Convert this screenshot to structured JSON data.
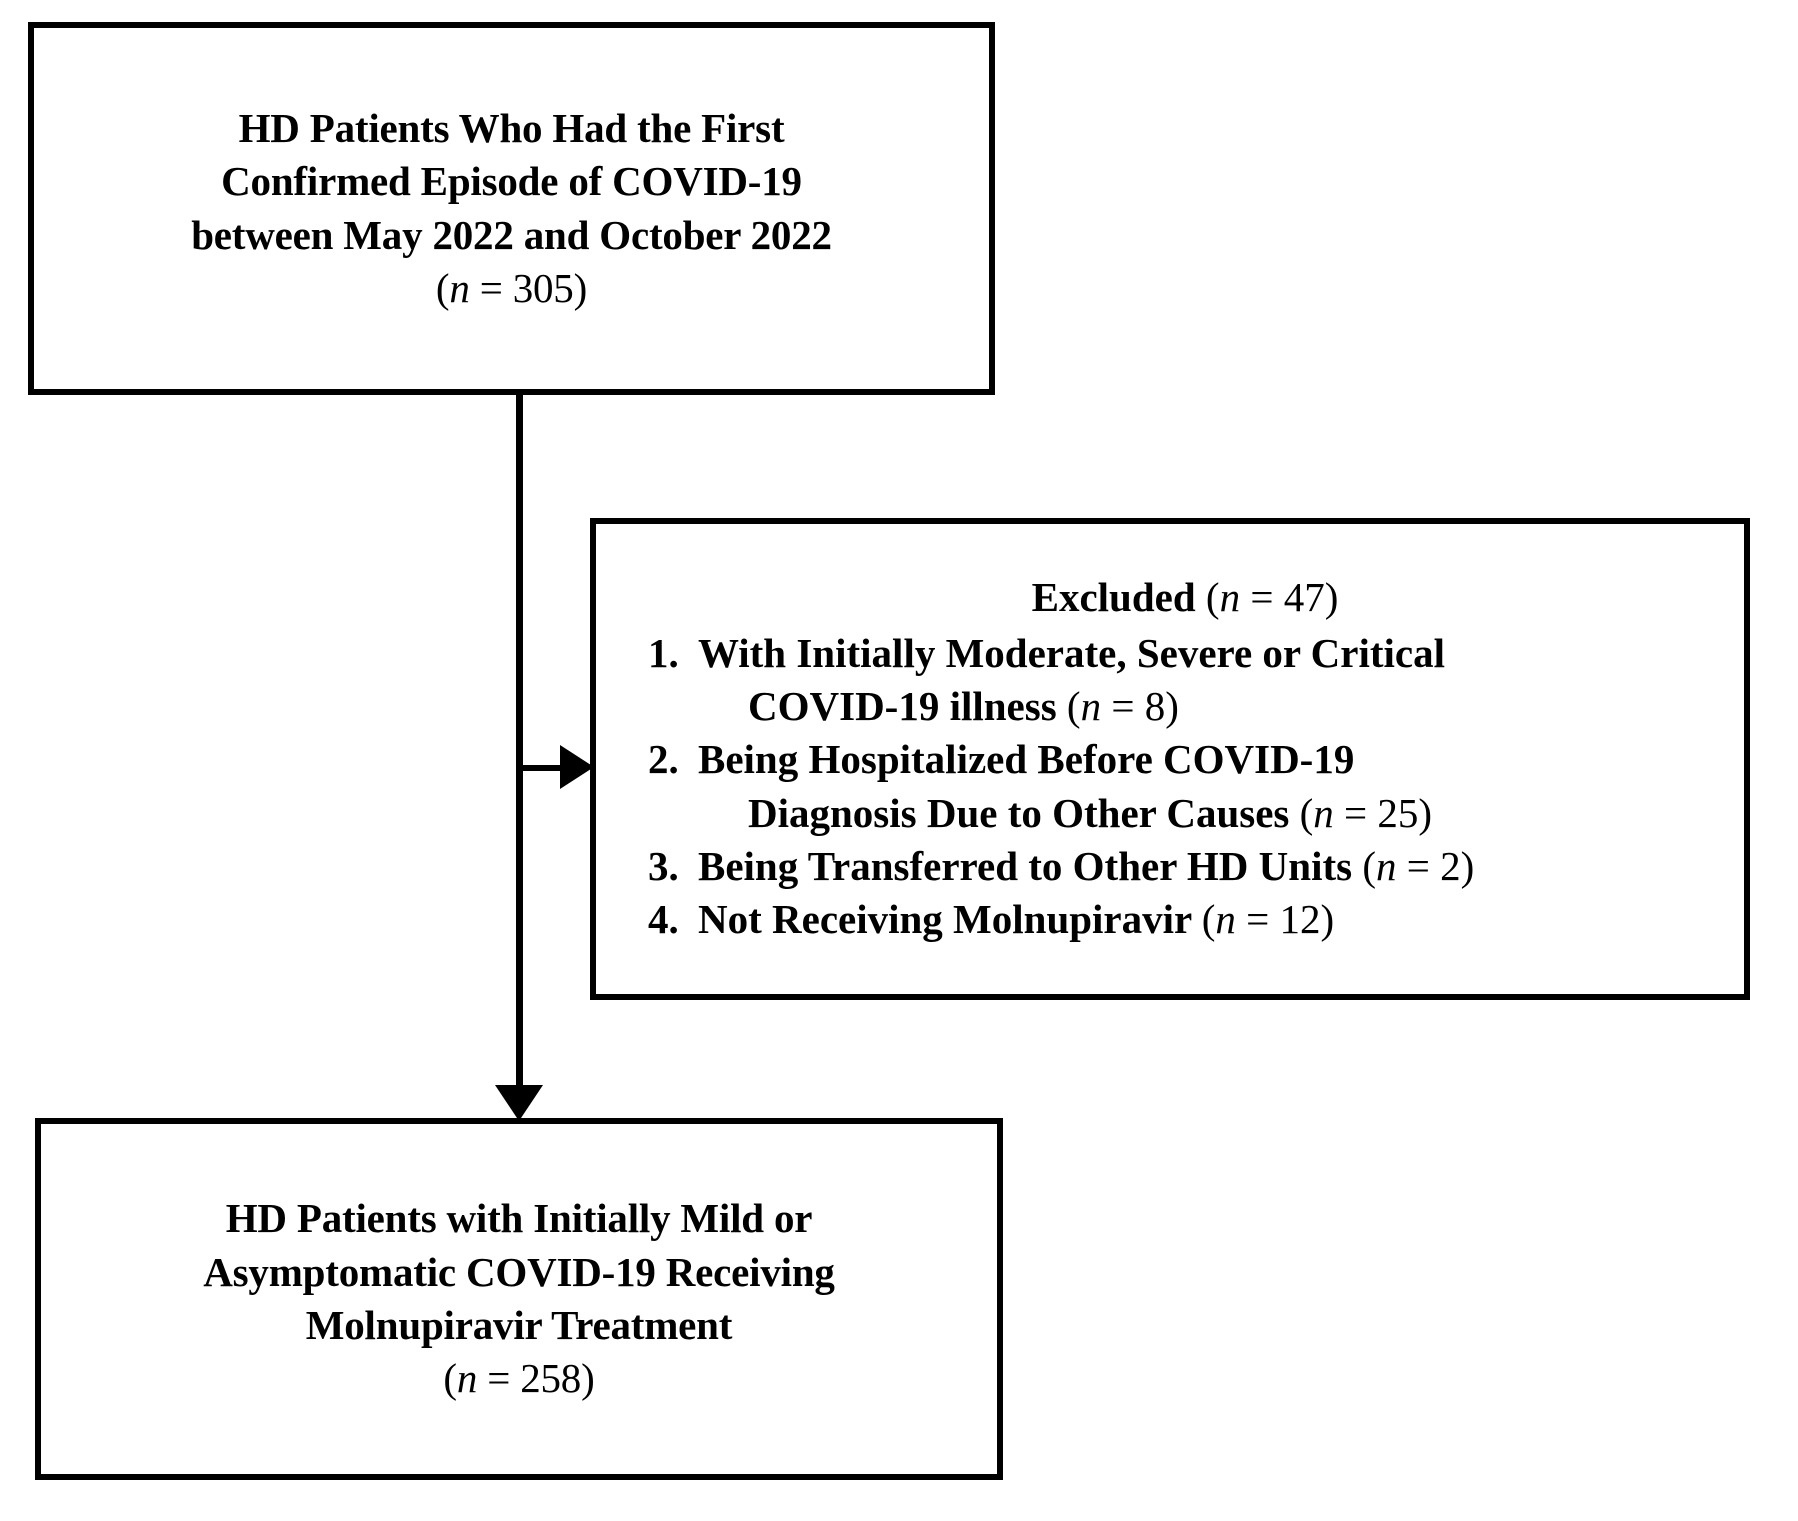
{
  "figure": {
    "type": "flowchart",
    "orientation": "vertical-with-side-exclusion",
    "boxes": {
      "enrolled": {
        "lines": [
          "HD Patients Who Had the First",
          "Confirmed Episode of COVID-19",
          "between May 2022 and October 2022"
        ],
        "n_label": "(n = 305)",
        "n_value": 305
      },
      "excluded": {
        "heading_text": "Excluded",
        "heading_n_label": "(n = 47)",
        "heading_n_value": 47,
        "items": [
          {
            "number": "1.",
            "lines": [
              "With Initially Moderate, Severe or Critical",
              "COVID-19 illness"
            ],
            "n_label": "(n = 8)",
            "n_value": 8
          },
          {
            "number": "2.",
            "lines": [
              "Being Hospitalized Before COVID-19",
              "Diagnosis Due to Other Causes"
            ],
            "n_label": "(n = 25)",
            "n_value": 25
          },
          {
            "number": "3.",
            "lines": [
              "Being Transferred to Other HD Units"
            ],
            "n_label": "(n = 2)",
            "n_value": 2
          },
          {
            "number": "4.",
            "lines": [
              "Not Receiving Molnupiravir"
            ],
            "n_label": "(n = 12)",
            "n_value": 12
          }
        ]
      },
      "included": {
        "lines": [
          "HD Patients with Initially Mild or",
          "Asymptomatic COVID-19 Receiving",
          "Molnupiravir Treatment"
        ],
        "n_label": "(n = 258)",
        "n_value": 258
      }
    },
    "colors": {
      "stroke": "#000000",
      "fill": "#ffffff",
      "text": "#000000"
    }
  }
}
